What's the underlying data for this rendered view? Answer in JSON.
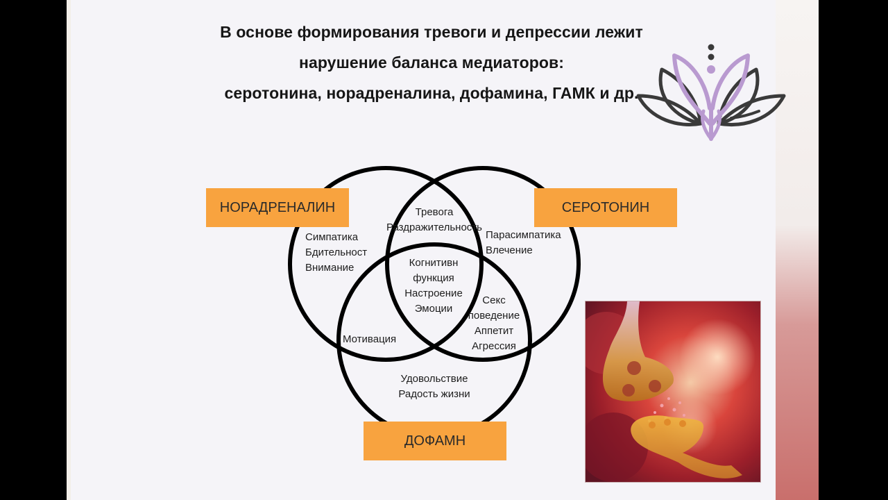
{
  "slide": {
    "title_lines": [
      "В основе формирования тревоги и депрессии лежит",
      "нарушение баланса медиаторов:",
      "серотонина, норадреналина, дофамина, ГАМК и др."
    ]
  },
  "logo": {
    "icon": "lotus-butterfly-logo",
    "colors": {
      "petal": "#b99ad0",
      "leaf": "#3a3a3a"
    }
  },
  "venn": {
    "labels": {
      "noradrenaline": "НОРАДРЕНАЛИН",
      "serotonin": "СЕРОТОНИН",
      "dopamine": "ДОФАМН"
    },
    "regions": {
      "noradrenaline_only": [
        "Симпатика",
        "Бдительност",
        "Внимание"
      ],
      "noradrenaline_serotonin": [
        "Тревога",
        "Раздражительность"
      ],
      "serotonin_only": [
        "Парасимпатика",
        "Влечение"
      ],
      "all_three": [
        "Когнитивн",
        "функция",
        "Настроение",
        "Эмоции"
      ],
      "serotonin_dopamine": [
        "Секс",
        "поведение",
        "Аппетит",
        "Агрессия"
      ],
      "noradrenaline_dopamine": [
        "Мотивация"
      ],
      "dopamine_only": [
        "Удовольствие",
        "Радость жизни"
      ]
    },
    "colors": {
      "label_fill": "#f8a33f",
      "circle_stroke": "#000000"
    }
  },
  "illustration": {
    "icon": "synapse-illustration"
  }
}
